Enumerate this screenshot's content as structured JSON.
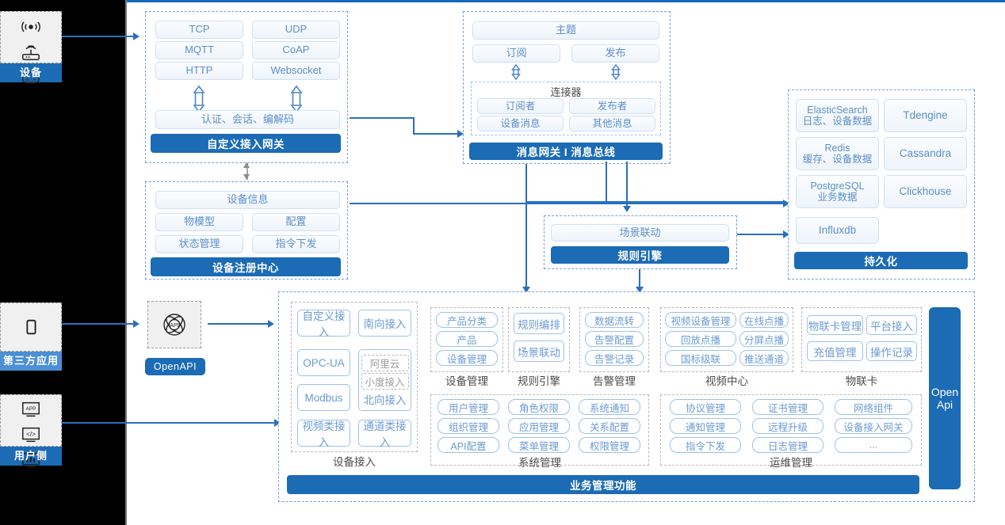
{
  "actors": [
    {
      "id": "device",
      "label": "设备",
      "icons": [
        "wifi-signal-icon",
        "router-icon",
        "cloud-icon"
      ]
    },
    {
      "id": "third-party-app",
      "label": "第三方应用",
      "icons": [
        "mobile-phone-icon"
      ]
    },
    {
      "id": "user-side",
      "label": "用户侧",
      "icons": [
        "app-window-icon",
        "code-window-icon",
        "dashboard-chart-icon"
      ]
    }
  ],
  "access_gateway": {
    "protocols": [
      "TCP",
      "UDP",
      "MQTT",
      "CoAP",
      "HTTP",
      "Websocket"
    ],
    "middle": "认证、会话、编解码",
    "bar": "自定义接入网关"
  },
  "message_gateway": {
    "topic": "主题",
    "pubsub": [
      "订阅",
      "发布"
    ],
    "connector_title": "连接器",
    "connector_items": [
      "订阅者",
      "发布者",
      "设备消息",
      "其他消息"
    ],
    "bar": "消息网关 I 消息总线"
  },
  "device_registry": {
    "header": "设备信息",
    "items": [
      "物模型",
      "配置",
      "状态管理",
      "指令下发"
    ],
    "bar": "设备注册中心"
  },
  "rule_engine": {
    "item": "场景联动",
    "bar": "规则引擎"
  },
  "persistence": {
    "items": [
      {
        "name": "ElasticSearch",
        "sub": "日志、设备数据"
      },
      {
        "name": "Tdengine",
        "sub": ""
      },
      {
        "name": "Redis",
        "sub": "缓存、设备数据"
      },
      {
        "name": "Cassandra",
        "sub": ""
      },
      {
        "name": "PostgreSQL",
        "sub": "业务数据"
      },
      {
        "name": "Clickhouse",
        "sub": ""
      },
      {
        "name": "Influxdb",
        "sub": ""
      }
    ],
    "bar": "持久化"
  },
  "openapi": {
    "icon": "api-network-icon",
    "label": "OpenAPI"
  },
  "business": {
    "bottom_bar": "业务管理功能",
    "open_api_bar": "Open Api",
    "device_access": {
      "title": "设备接入",
      "items": [
        "自定义接入",
        "南向接入",
        "OPC-UA",
        "Modbus",
        "视频类接入",
        "通道类接入"
      ],
      "north_nested": [
        "阿里云",
        "小度接入"
      ],
      "north_label": "北向接入"
    },
    "columns": [
      {
        "title": "设备管理",
        "items": [
          "产品分类",
          "产品",
          "设备管理"
        ]
      },
      {
        "title": "规则引擎",
        "items": [
          "规则编排",
          "场景联动"
        ]
      },
      {
        "title": "告警管理",
        "items": [
          "数据流转",
          "告警配置",
          "告警记录"
        ]
      },
      {
        "title": "视频中心",
        "items": [
          "视频设备管理",
          "在线点播",
          "回放点播",
          "分屏点播",
          "国标级联",
          "推送通道"
        ]
      },
      {
        "title": "物联卡",
        "items": [
          "物联卡管理",
          "平台接入",
          "充值管理",
          "操作记录"
        ]
      },
      {
        "title": "系统管理",
        "items": [
          "用户管理",
          "角色权限",
          "系统通知",
          "组织管理",
          "应用管理",
          "关系配置",
          "API配置",
          "菜单管理",
          "权限管理"
        ]
      },
      {
        "title": "运维管理",
        "items": [
          "协议管理",
          "证书管理",
          "网络组件",
          "通知管理",
          "远程升级",
          "设备接入网关",
          "指令下发",
          "日志管理",
          "..."
        ]
      }
    ]
  },
  "colors": {
    "brand_blue": "#1b6bb5",
    "line_blue": "#2a6fc0",
    "pill_text": "#5b8fc9",
    "dashed_border": "#6fa3dd",
    "rail_black": "#000000"
  }
}
